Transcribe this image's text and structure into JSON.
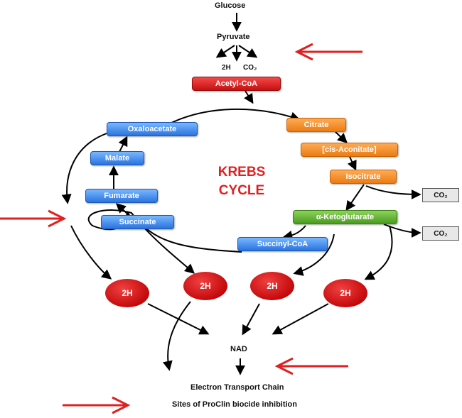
{
  "top": {
    "glucose": "Glucose",
    "pyruvate": "Pyruvate",
    "byproduct_2h": "2H",
    "byproduct_co2": "CO₂"
  },
  "intermediates": {
    "acetyl_coa": "Acetyl-CoA",
    "citrate": "Citrate",
    "cis_aconitate": "[cis-Aconitate]",
    "isocitrate": "Isocitrate",
    "alpha_ketoglutarate": "α-Ketoglutarate",
    "succinyl_coa": "Succinyl-CoA",
    "succinate": "Succinate",
    "fumarate": "Fumarate",
    "malate": "Malate",
    "oxaloacetate": "Oxaloacetate"
  },
  "co2_outputs": [
    "CO₂",
    "CO₂"
  ],
  "cycle_title": {
    "line1": "KREBS",
    "line2": "CYCLE"
  },
  "hydrogen_nodes": [
    "2H",
    "2H",
    "2H",
    "2H"
  ],
  "bottom": {
    "nad": "NAD",
    "etc": "Electron Transport Chain",
    "legend": "Sites of ProClin biocide inhibition"
  },
  "colors": {
    "acetyl_coa": "#d81b1b",
    "orange_steps": "#f58a1f",
    "blue_steps": "#2f7be6",
    "alpha_ketoglutarate": "#5cb030",
    "hydrogen": "#c4090b",
    "inhibition_arrow": "#e02020",
    "title": "#e02020"
  }
}
